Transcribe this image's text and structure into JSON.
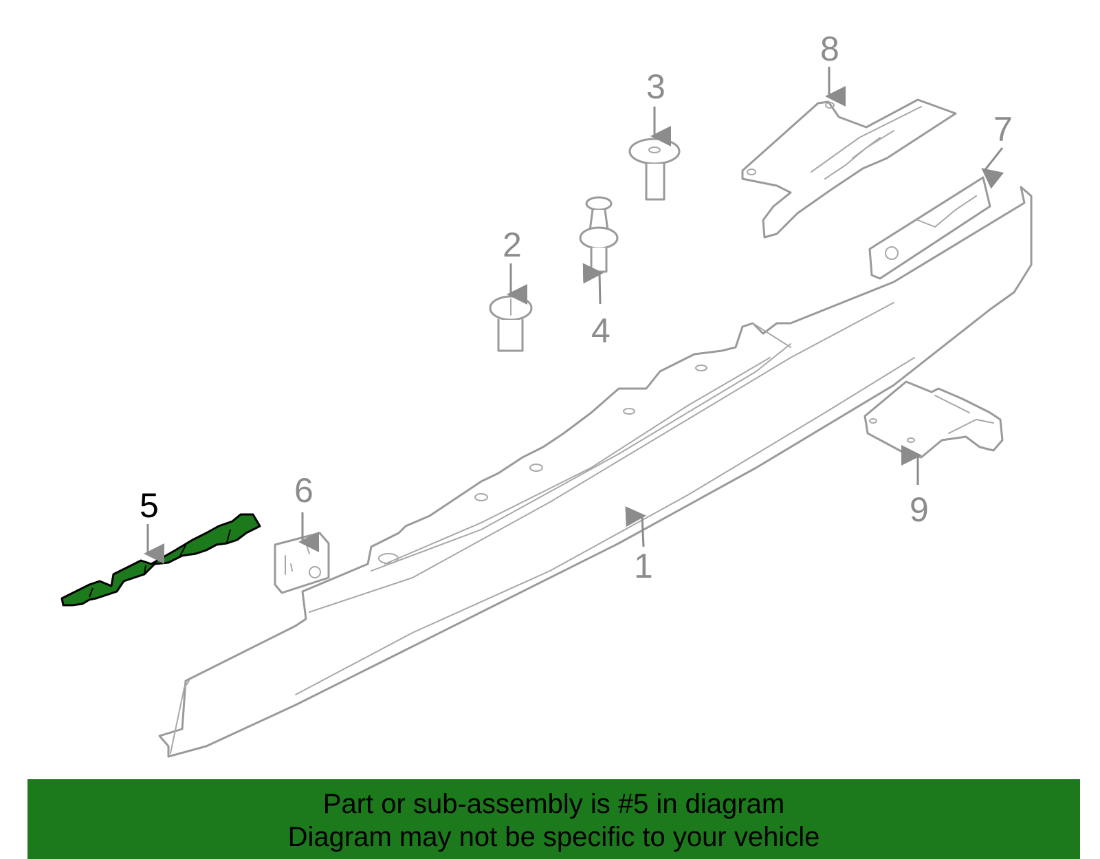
{
  "diagram": {
    "highlight_color": "#1c7a1c",
    "callouts": [
      {
        "id": "1",
        "label": "1"
      },
      {
        "id": "2",
        "label": "2"
      },
      {
        "id": "3",
        "label": "3"
      },
      {
        "id": "4",
        "label": "4"
      },
      {
        "id": "5",
        "label": "5",
        "highlighted": true
      },
      {
        "id": "6",
        "label": "6"
      },
      {
        "id": "7",
        "label": "7"
      },
      {
        "id": "8",
        "label": "8"
      },
      {
        "id": "9",
        "label": "9"
      }
    ]
  },
  "banner": {
    "line1": "Part or sub-assembly is #5 in diagram",
    "line2": "Diagram may not be specific to your vehicle",
    "background": "#1c7a1c"
  }
}
